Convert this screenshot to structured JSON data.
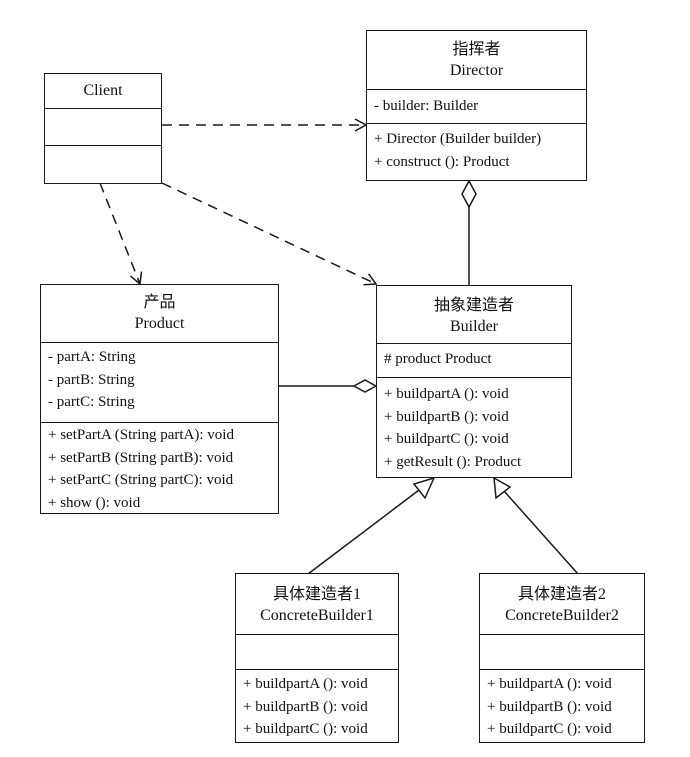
{
  "classes": {
    "client": {
      "name": "Client"
    },
    "director": {
      "cn": "指挥者",
      "name": "Director",
      "attrs": [
        "- builder: Builder"
      ],
      "methods": [
        "+ Director (Builder builder)",
        "+ construct (): Product"
      ]
    },
    "product": {
      "cn": "产品",
      "name": "Product",
      "attrs": [
        "- partA: String",
        "- partB: String",
        "- partC: String"
      ],
      "methods": [
        "+ setPartA (String partA): void",
        "+ setPartB (String partB): void",
        "+ setPartC (String partC): void",
        "+ show (): void"
      ]
    },
    "builder": {
      "cn": "抽象建造者",
      "name": "Builder",
      "attrs": [
        "# product Product"
      ],
      "methods": [
        "+ buildpartA (): void",
        "+ buildpartB (): void",
        "+ buildpartC (): void",
        "+ getResult (): Product"
      ]
    },
    "cb1": {
      "cn": "具体建造者1",
      "name": "ConcreteBuilder1",
      "methods": [
        "+ buildpartA (): void",
        "+ buildpartB (): void",
        "+ buildpartC (): void"
      ]
    },
    "cb2": {
      "cn": "具体建造者2",
      "name": "ConcreteBuilder2",
      "methods": [
        "+ buildpartA (): void",
        "+ buildpartB (): void",
        "+ buildpartC (): void"
      ]
    }
  },
  "line_color": "#1a1a1a"
}
